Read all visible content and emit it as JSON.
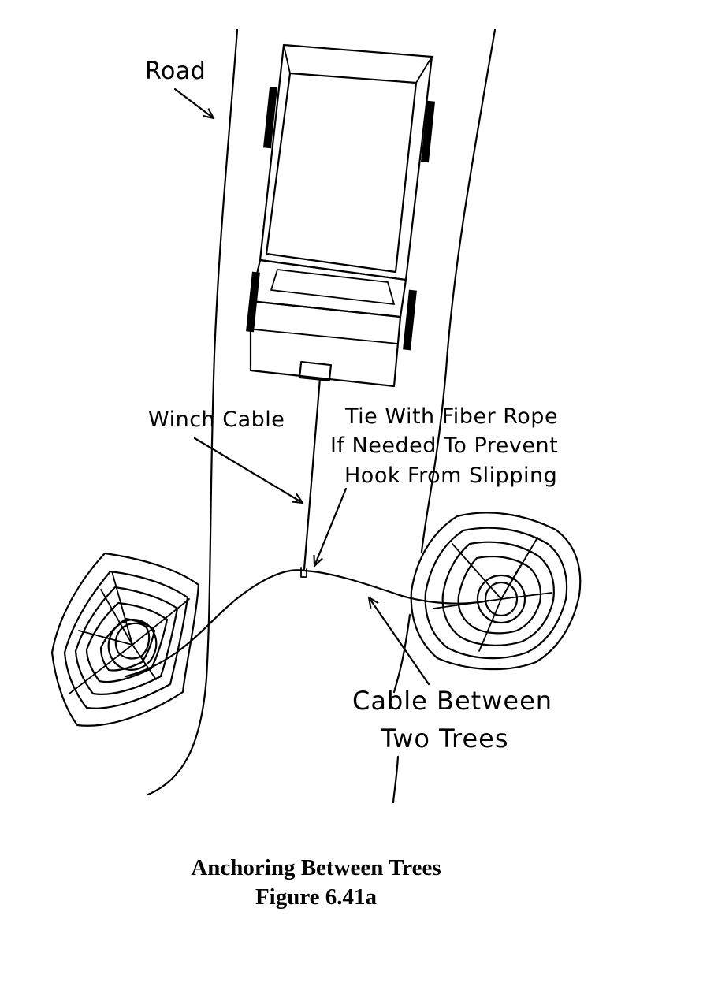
{
  "labels": {
    "road": "Road",
    "winch_cable": "Winch Cable",
    "tie_line1": "Tie With Fiber Rope",
    "tie_line2": "If Needed To Prevent",
    "tie_line3": "Hook From  Slipping",
    "between_line1": "Cable Between",
    "between_line2": "Two Trees"
  },
  "caption": {
    "title": "Anchoring Between Trees",
    "figure": "Figure 6.41a"
  },
  "icons": [
    "truck-icon",
    "tree-stump-icon",
    "tree-stump-icon"
  ]
}
